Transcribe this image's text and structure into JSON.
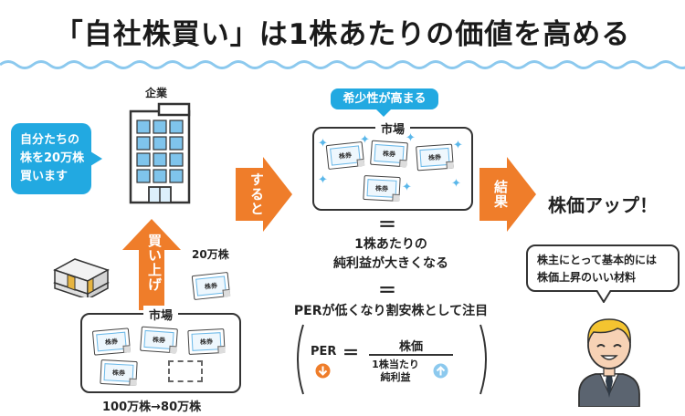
{
  "title": "「自社株買い」は1株あたりの価値を高める",
  "company": {
    "label": "企業"
  },
  "company_bubble": {
    "line1": "自分たちの",
    "line2": "株を20万株",
    "line3": "買います"
  },
  "buyback": {
    "arrow_label": "買い上げ",
    "shares_label": "20万株"
  },
  "market_left": {
    "label": "市場",
    "shares_change": "100万株→80万株"
  },
  "certificate_text": "株券",
  "then_arrow": {
    "label": "すると"
  },
  "scarcity_bubble": {
    "label": "希少性が高まる"
  },
  "market_right": {
    "label": "市場"
  },
  "equals_symbol": "＝",
  "eps_statement": {
    "line1": "1株あたりの",
    "line2": "純利益が大きくなる"
  },
  "per_statement": "PERが低くなり割安株として注目",
  "formula": {
    "lhs": "PER",
    "equals": "＝",
    "numerator": "株価",
    "denominator_line1": "1株当たり",
    "denominator_line2": "純利益"
  },
  "result_arrow": {
    "label": "結果"
  },
  "result": {
    "label": "株価アップ！"
  },
  "person_bubble": {
    "line1": "株主にとって基本的には",
    "line2": "株価上昇のいい材料"
  },
  "colors": {
    "accent_blue": "#22a9e1",
    "accent_orange": "#ef7d2a",
    "light_blue": "#8cc9ee",
    "dark": "#222222"
  },
  "icons": [
    "building-icon",
    "money-stack-icon",
    "stock-certificate-icon",
    "sparkle-icon",
    "down-arrow-icon",
    "up-arrow-icon",
    "businessman-icon"
  ]
}
